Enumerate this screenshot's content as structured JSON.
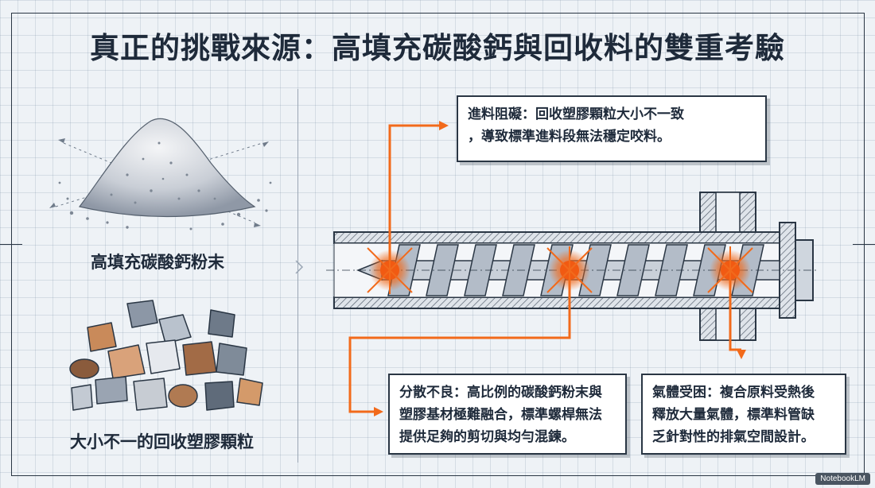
{
  "title": "真正的挑戰來源：高填充碳酸鈣與回收料的雙重考驗",
  "left": {
    "powder_caption": "高填充碳酸鈣粉末",
    "pellets_caption": "大小不一的回收塑膠顆粒"
  },
  "callouts": {
    "feeding": {
      "line1": "進料阻礙：回收塑膠顆粒大小不一致",
      "line2": "，導致標準進料段無法穩定咬料。"
    },
    "dispersion": {
      "line1": "分散不良：高比例的碳酸鈣粉末與",
      "line2": "塑膠基材極難融合，標準螺桿無法",
      "line3": "提供足夠的剪切與均勻混鍊。"
    },
    "gas": {
      "line1": "氣體受困：複合原料受熱後",
      "line2": "釋放大量氣體，標準料管缺",
      "line3": "乏針對性的排氣空間設計。"
    }
  },
  "colors": {
    "accent": "#f26a1b",
    "ink": "#2a3644",
    "background": "#eef2f6"
  },
  "watermark": "NotebookLM"
}
